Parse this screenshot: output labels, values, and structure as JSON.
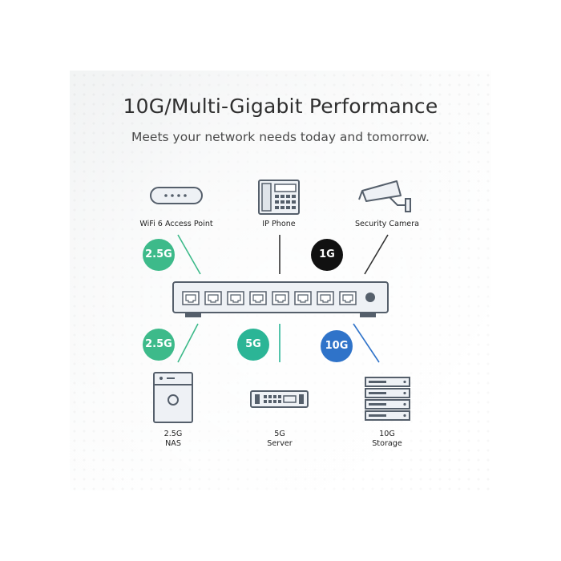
{
  "header": {
    "title": "10G/Multi-Gigabit Performance",
    "subtitle": "Meets your network needs today and tomorrow."
  },
  "devices_top": [
    {
      "id": "wifi",
      "label": "WiFi 6 Access Point",
      "icon": "access-point-icon"
    },
    {
      "id": "phone",
      "label": "IP Phone",
      "icon": "ip-phone-icon"
    },
    {
      "id": "camera",
      "label": "Security Camera",
      "icon": "security-camera-icon"
    }
  ],
  "devices_bottom": [
    {
      "id": "nas",
      "label_line1": "2.5G",
      "label_line2": "NAS",
      "icon": "nas-icon"
    },
    {
      "id": "server",
      "label_line1": "5G",
      "label_line2": "Server",
      "icon": "server-icon"
    },
    {
      "id": "storage",
      "label_line1": "10G",
      "label_line2": "Storage",
      "icon": "storage-icon"
    }
  ],
  "speed_badges": {
    "wifi": {
      "text": "2.5G",
      "color": "#3dba8a"
    },
    "camera": {
      "text": "1G",
      "color": "#111111"
    },
    "nas": {
      "text": "2.5G",
      "color": "#3dba8a"
    },
    "server": {
      "text": "5G",
      "color": "#2bb596"
    },
    "storage": {
      "text": "10G",
      "color": "#2f73c9"
    }
  },
  "colors": {
    "line": "#333333",
    "line_green": "#3dba8a",
    "line_blue": "#2f73c9",
    "icon_stroke": "#555f6b",
    "icon_fill": "#eef1f5"
  }
}
